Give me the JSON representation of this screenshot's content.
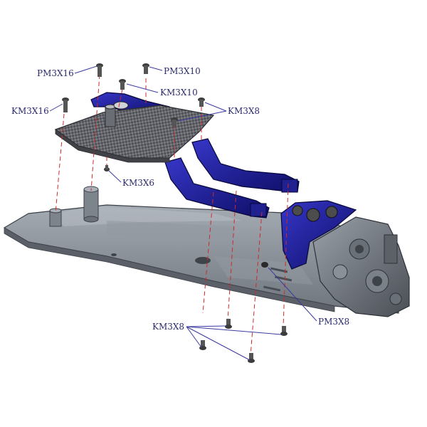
{
  "labels": {
    "pm3x16": "PM3X16",
    "pm3x10": "PM3X10",
    "km3x10": "KM3X10",
    "km3x16": "KM3X16",
    "km3x8_top": "KM3X8",
    "km3x6": "KM3X6",
    "pm3x8": "PM3X8",
    "km3x8_bottom": "KM3X8"
  },
  "colors": {
    "chassis": "#8a9099",
    "chassis_dark": "#5a5f66",
    "carbon": "#6e7076",
    "blue_part": "#1f1f9a",
    "blue_dark": "#0c0c5a",
    "guide_line": "#cc2b2b",
    "leader_line": "#3a3aa0",
    "screw": "#3c3c3c"
  }
}
